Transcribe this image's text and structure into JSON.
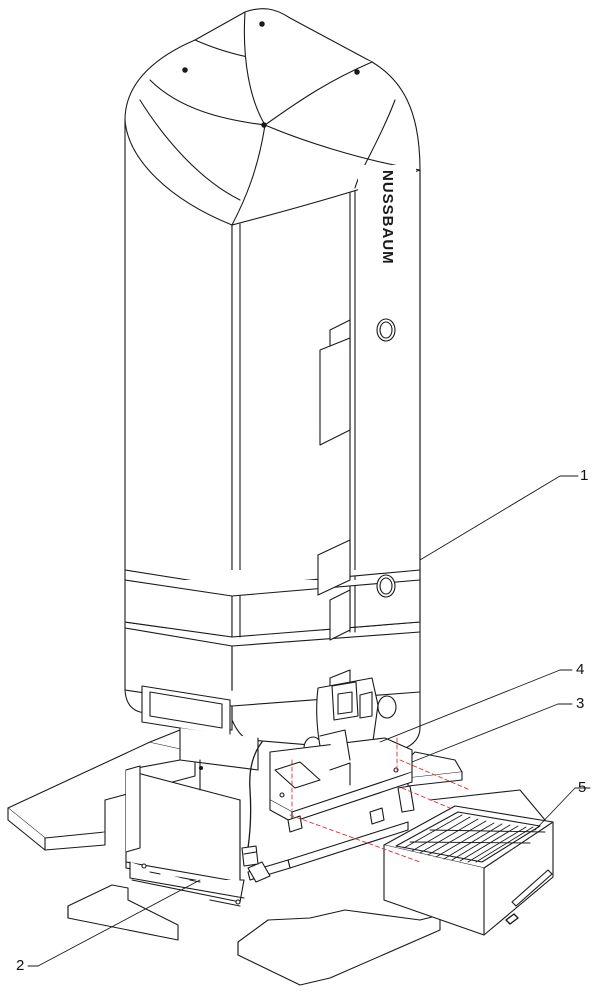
{
  "figure": {
    "brand_text": "NUSSBAUM",
    "callouts": [
      {
        "id": "1",
        "label": "1"
      },
      {
        "id": "2",
        "label": "2"
      },
      {
        "id": "3",
        "label": "3"
      },
      {
        "id": "4",
        "label": "4"
      },
      {
        "id": "5",
        "label": "5"
      }
    ]
  },
  "colors": {
    "line": "#1a1a1a",
    "hidden_axis": "#e03030",
    "background": "#ffffff"
  }
}
